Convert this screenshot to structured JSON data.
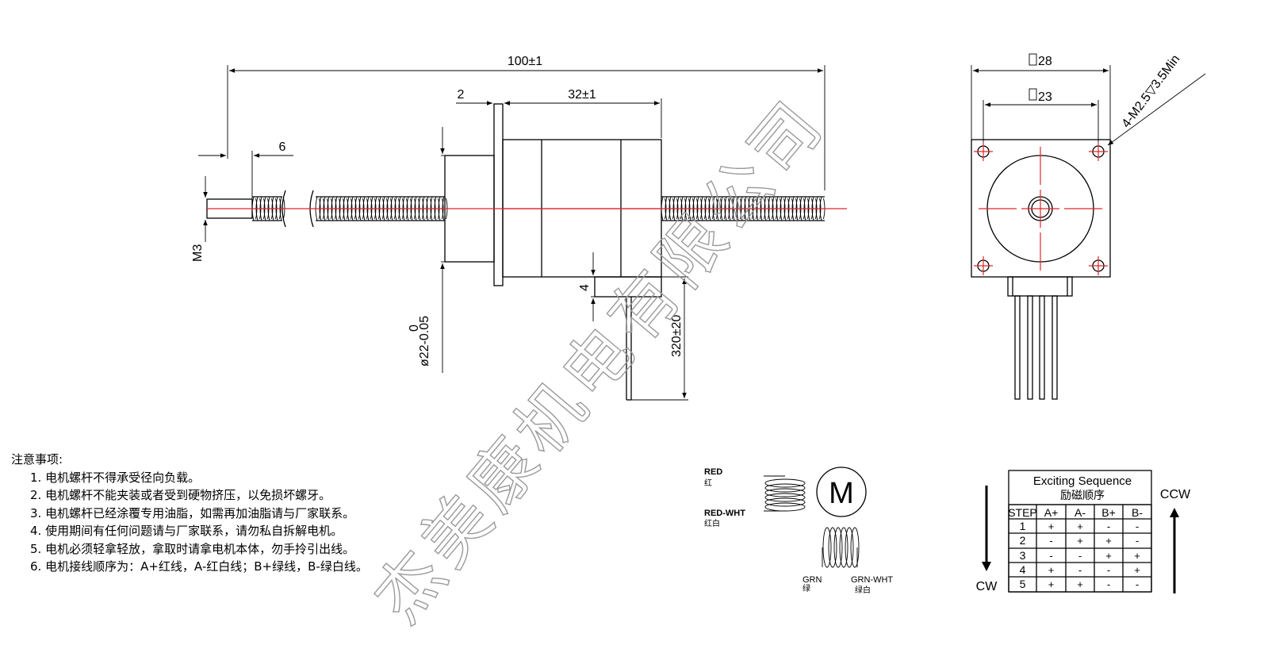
{
  "dimensions": {
    "total_length": "100±1",
    "body_length": "32±1",
    "flange": "2",
    "screw_end": "6",
    "thread": "M3",
    "boss_diameter": "ø22-0.05",
    "boss_tol_upper": "0",
    "lead_length": "320±20",
    "lead_offset": "4",
    "front_outer": "28",
    "front_hole_spacing": "23",
    "mounting_holes": "4-M2.5▽3.5Min"
  },
  "notes": {
    "title": "注意事项:",
    "items": [
      "1. 电机螺杆不得承受径向负载。",
      "2. 电机螺杆不能夹装或者受到硬物挤压，以免损坏螺牙。",
      "3. 电机螺杆已经涂覆专用油脂，如需再加油脂请与厂家联系。",
      "4. 使用期间有任何问题请与厂家联系，请勿私自拆解电机。",
      "5. 电机必须轻拿轻放，拿取时请拿电机本体，勿手拎引出线。",
      "6. 电机接线顺序为：A+红线，A-红白线；B+绿线，B-绿白线。"
    ]
  },
  "wiring": {
    "red": "RED",
    "red_cn": "红",
    "red_wht": "RED-WHT",
    "red_wht_cn": "红白",
    "grn": "GRN",
    "grn_cn": "绿",
    "grn_wht": "GRN-WHT",
    "grn_wht_cn": "绿白",
    "motor_symbol": "M"
  },
  "sequence": {
    "title": "Exciting Sequence",
    "title_cn": "励磁顺序",
    "headers": [
      "STEP",
      "A+",
      "A-",
      "B+",
      "B-"
    ],
    "rows": [
      [
        "1",
        "+",
        "+",
        "-",
        "-"
      ],
      [
        "2",
        "-",
        "+",
        "+",
        "-"
      ],
      [
        "3",
        "-",
        "-",
        "+",
        "+"
      ],
      [
        "4",
        "+",
        "-",
        "-",
        "+"
      ],
      [
        "5",
        "+",
        "+",
        "-",
        "-"
      ]
    ],
    "cw": "CW",
    "ccw": "CCW"
  },
  "watermark": "杰美康机电有限公司",
  "colors": {
    "centerline": "#e0262a",
    "ink": "#000000",
    "watermark": "#9a9a9a"
  }
}
